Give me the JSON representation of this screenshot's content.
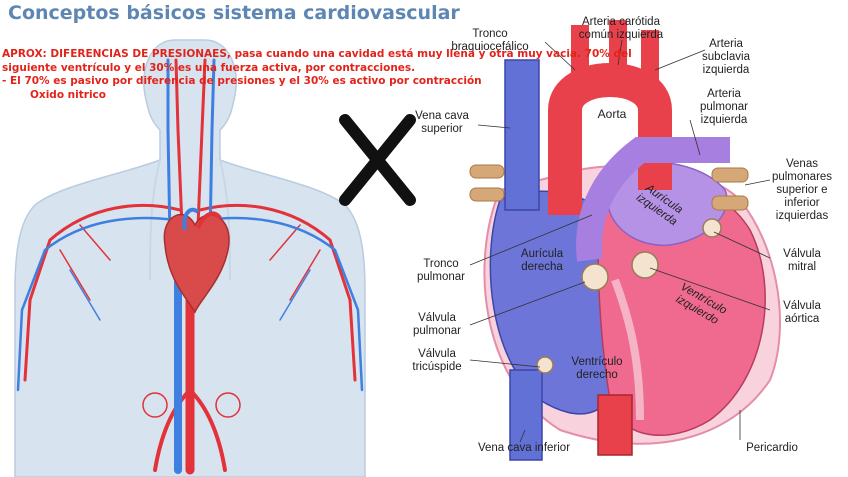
{
  "title": "Conceptos básicos sistema cardiovascular",
  "notes": [
    "APROX: DIFERENCIAS DE PRESIONAES, pasa cuando una cavidad está muy llena y otra muy vacia. 70% del",
    "siguiente ventrículo y el 30% es una fuerza activa, por contracciones.",
    "- El 70% es pasivo por diferencia de presiones y el 30% es activo por contracción",
    "Oxido nitrico"
  ],
  "heart_labels": {
    "tronco_braquiocefalico": "Tronco braquiocefálico",
    "arteria_carotida": "Arteria carótida común izquierda",
    "arteria_subclavia": "Arteria subclavia izquierda",
    "vena_cava_superior": "Vena cava superior",
    "aorta": "Aorta",
    "arteria_pulmonar": "Arteria pulmonar izquierda",
    "venas_pulmonares": "Venas pulmonares superior e inferior izquierdas",
    "auricula_izquierda": "Aurícula izquierda",
    "auricula_derecha": "Aurícula derecha",
    "tronco_pulmonar": "Tronco pulmonar",
    "valvula_mitral": "Válvula mitral",
    "valvula_aortica": "Válvula aórtica",
    "ventriculo_izquierdo": "Ventrículo izquierdo",
    "valvula_pulmonar": "Válvula pulmonar",
    "valvula_tricuspide": "Válvula tricúspide",
    "ventriculo_derecho": "Ventrículo derecho",
    "vena_cava_inferior": "Vena cava inferior",
    "pericardio": "Pericardio"
  },
  "colors": {
    "title": "#5d86b3",
    "notes": "#e2231a",
    "artery": "#e8413f",
    "vein": "#4a6fd6",
    "heart_pink": "#f2708f",
    "heart_purple": "#b08ae0"
  }
}
